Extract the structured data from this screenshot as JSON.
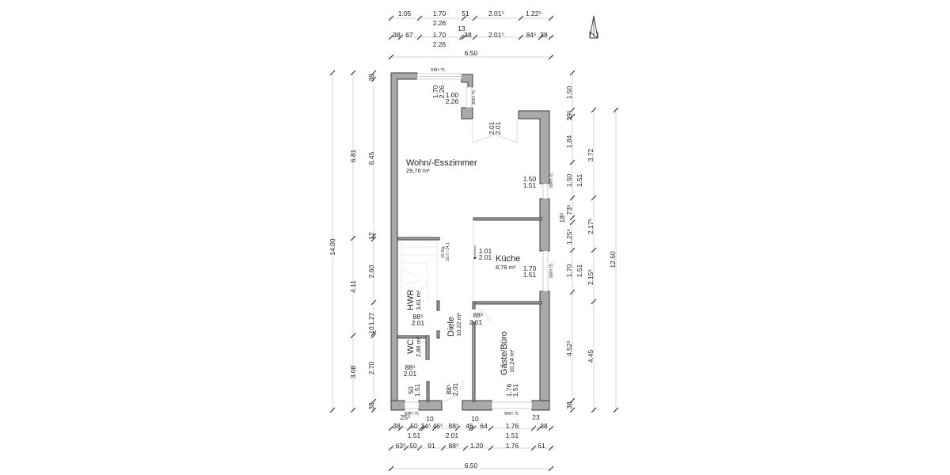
{
  "north_arrow": {
    "label": "N"
  },
  "top_dims": {
    "row1": [
      "1.05",
      "1.70",
      "51",
      "2.01⁵",
      "1.22⁵"
    ],
    "row1_sub": [
      "2.26"
    ],
    "row2_mid": "13",
    "row2": [
      "38",
      "67",
      "1.70",
      "38",
      "2.01⁵",
      "84⁵",
      "38"
    ],
    "row2_sub": [
      "2.26"
    ],
    "total": "6.50"
  },
  "left_dims": {
    "outer_total": "14.00",
    "mid": [
      "6.81",
      "4.11",
      "3.08"
    ],
    "inner": [
      "38",
      "6.45",
      "12",
      "2.60",
      "1.27",
      "10",
      "2.70",
      "38"
    ]
  },
  "right_dims": {
    "inner": [
      "1.50",
      "39⁵",
      "1.84",
      "1.50",
      "73⁵",
      "18⁵",
      "1.25⁵",
      "1.70",
      "4.52⁵",
      "38"
    ],
    "inner_sub": [
      "1.51",
      "1.51"
    ],
    "mid": [
      "3.72",
      "2.17⁵",
      "2.15⁵",
      "4.45"
    ],
    "outer_total": "12.50"
  },
  "bottom_dims": {
    "row0": [
      "25⁵",
      "10",
      "10",
      "23"
    ],
    "row1": [
      "38",
      "50",
      "34⁵",
      "46⁵",
      "88⁵",
      "46",
      "64",
      "1.76",
      "38"
    ],
    "row1_sub": [
      "1.51",
      "2.01",
      "1.51"
    ],
    "row2": [
      "63⁵",
      "50",
      "91",
      "88⁵",
      "1.20",
      "1.76",
      "61"
    ],
    "total": "6.50"
  },
  "openings": {
    "top_window": "BRH 75",
    "top_window_dims": [
      "1.70",
      "2.26"
    ],
    "side_window": "BRH 75",
    "side_window_dims": [
      "1.00",
      "2.26"
    ],
    "terrace_door": [
      "2.01",
      "2.01"
    ],
    "right_window1": "BRH 75",
    "right_window1_dims": [
      "1.50",
      "1.51"
    ],
    "right_window2": "BRH 75",
    "right_window2_dims": [
      "1.70",
      "1.51"
    ],
    "kitchen_door": [
      "1.01",
      "2.01"
    ],
    "hwr_door": [
      "88⁵",
      "2.01"
    ],
    "wc_door": [
      "88⁵",
      "2.01"
    ],
    "office_door": [
      "88⁵",
      "2.01"
    ],
    "entrance_door": [
      "88⁵",
      "2.01"
    ],
    "wc_window": "BRH 75",
    "wc_window_dims": [
      "50",
      "1.51"
    ],
    "office_window": "BRH 75",
    "office_window_dims": [
      "1.76",
      "1.51"
    ],
    "stairs": [
      "15 Stg.",
      "18,7 / 24,1"
    ]
  },
  "rooms": [
    {
      "name": "Wohn/-Esszimmer",
      "area": "29,76 m²"
    },
    {
      "name": "Küche",
      "area": "8,78 m²"
    },
    {
      "name": "HWR",
      "area": "3,61 m²"
    },
    {
      "name": "Diele",
      "area": "10,22 m²"
    },
    {
      "name": "WC",
      "area": "2,86 m²"
    },
    {
      "name": "Gäste/Büro",
      "area": "10,24 m²"
    }
  ]
}
